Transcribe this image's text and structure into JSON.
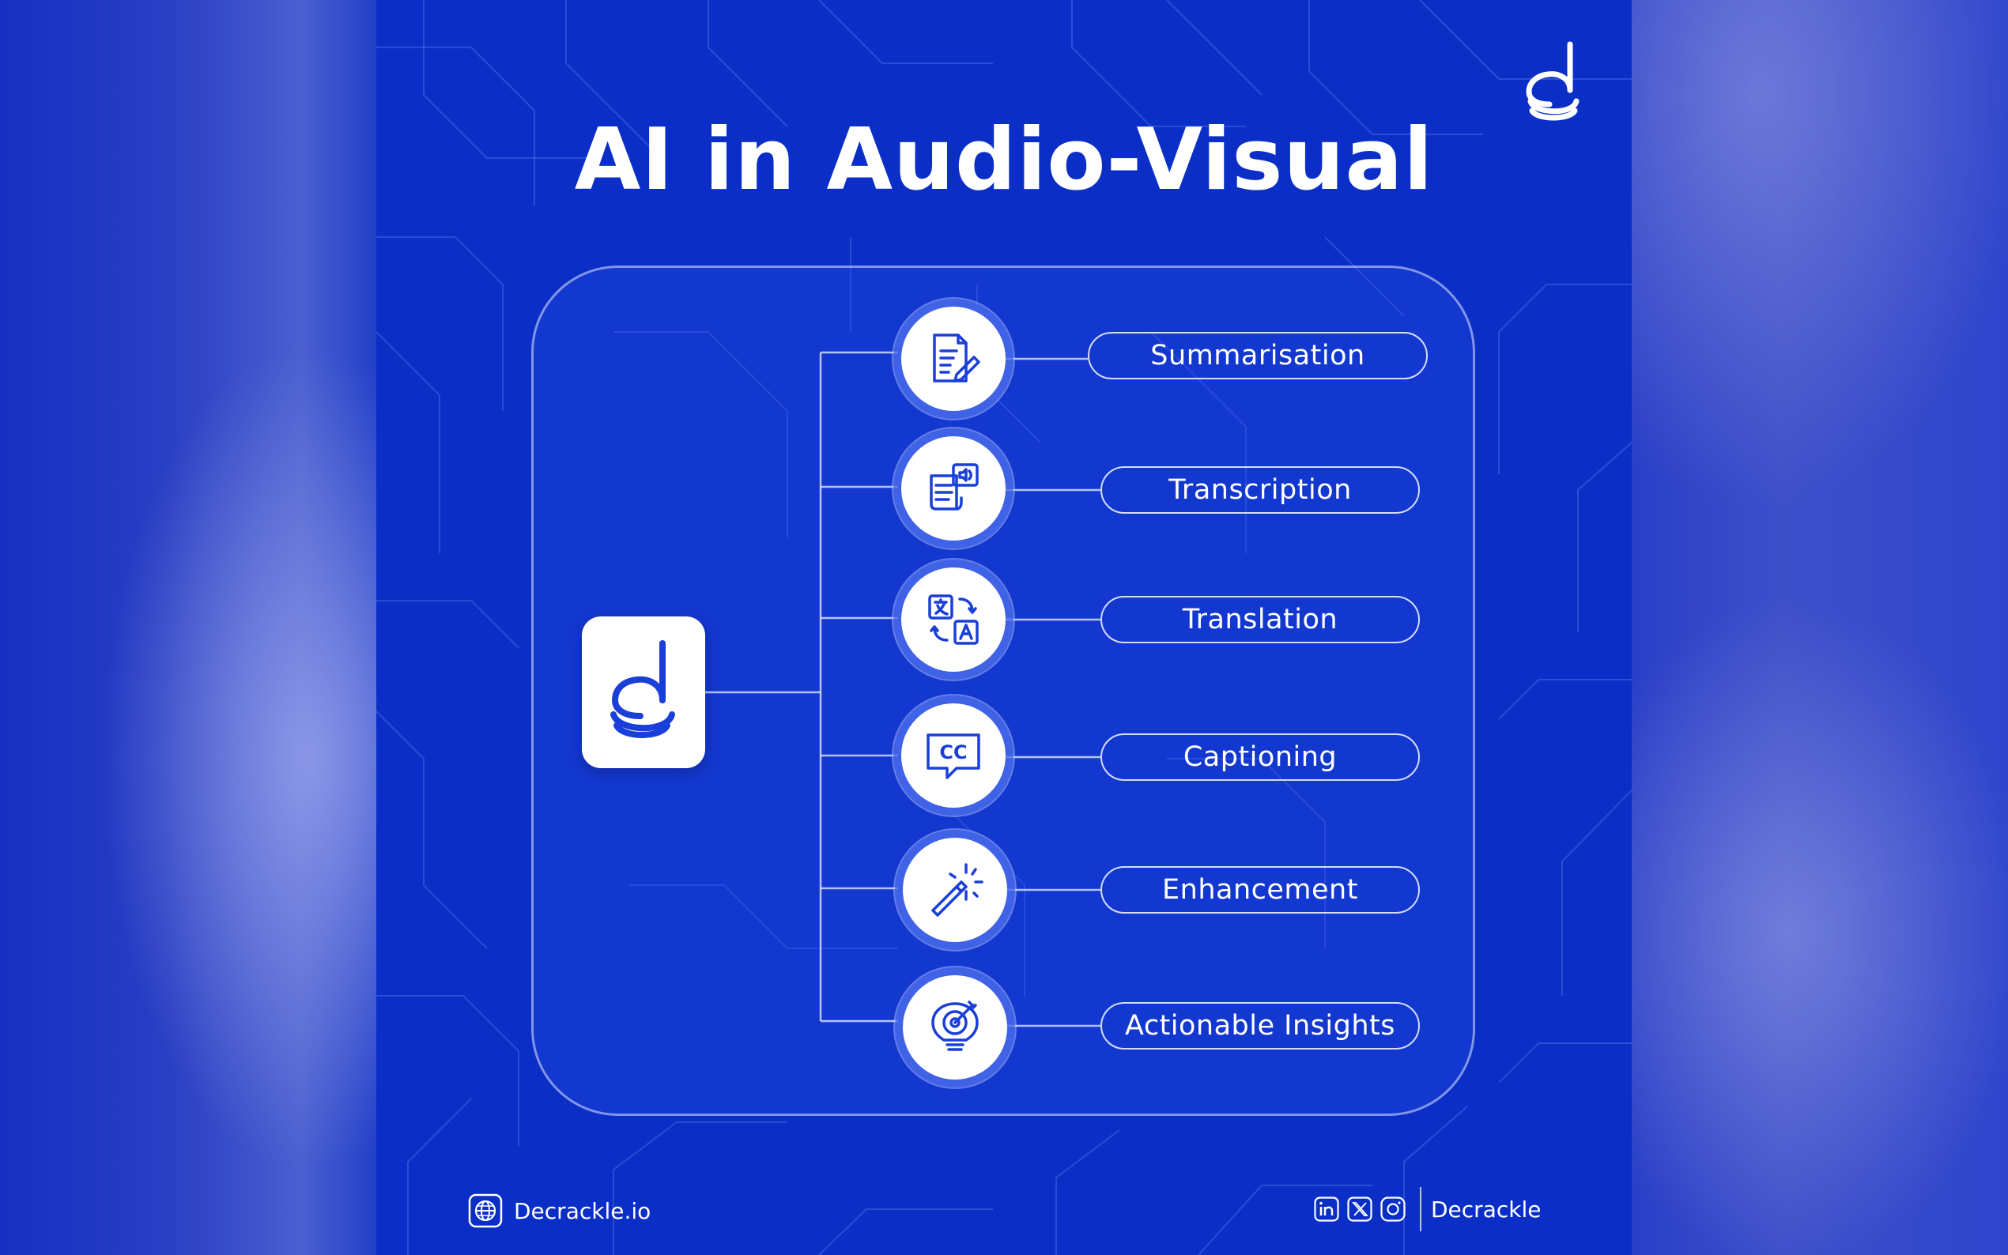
{
  "title": "AI in Audio-Visual",
  "features": [
    {
      "label": "Summarisation",
      "icon": "document-edit-icon"
    },
    {
      "label": "Transcription",
      "icon": "audio-transcript-icon"
    },
    {
      "label": "Translation",
      "icon": "language-translate-icon"
    },
    {
      "label": "Captioning",
      "icon": "closed-caption-icon"
    },
    {
      "label": "Enhancement",
      "icon": "magic-wand-icon"
    },
    {
      "label": "Actionable Insights",
      "icon": "lightbulb-target-icon"
    }
  ],
  "caption_glyph": "CC",
  "footer": {
    "website": "Decrackle.io",
    "brand": "Decrackle"
  },
  "colors": {
    "panel": "#0b2fc6",
    "accent": "#1a3fd8",
    "text": "#ffffff"
  }
}
